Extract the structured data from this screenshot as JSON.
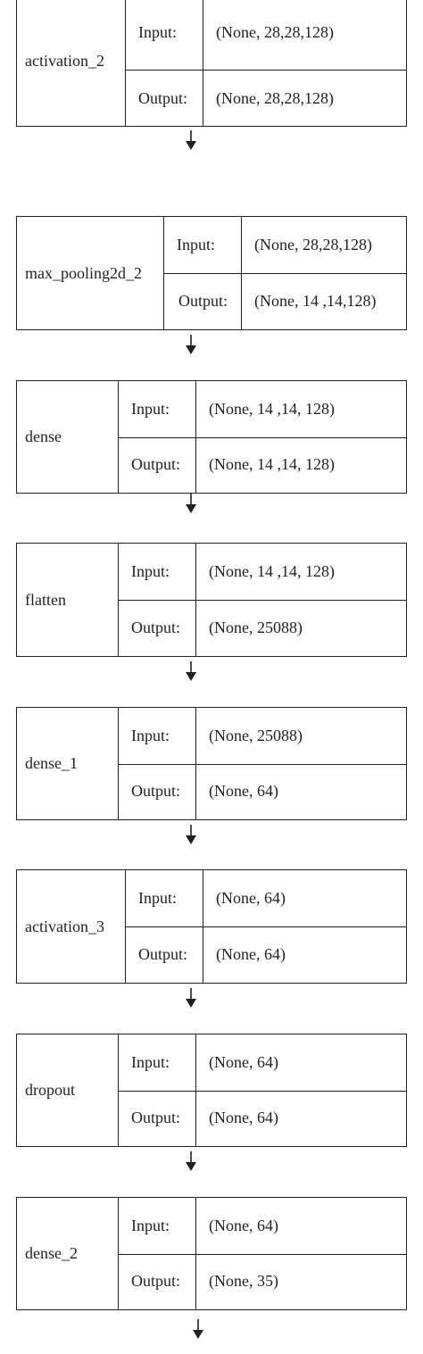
{
  "labels": {
    "input": "Input:",
    "output": "Output:"
  },
  "layers": [
    {
      "name": "activation_2",
      "input": "(None, 28,28,128)",
      "output": "(None, 28,28,128)"
    },
    {
      "name": "max_pooling2d_2",
      "input": "(None, 28,28,128)",
      "output": "(None, 14 ,14,128)"
    },
    {
      "name": "dense",
      "input": "(None, 14 ,14, 128)",
      "output": "(None, 14 ,14, 128)"
    },
    {
      "name": "flatten",
      "input": "(None, 14 ,14, 128)",
      "output": "(None, 25088)"
    },
    {
      "name": "dense_1",
      "input": "(None, 25088)",
      "output": "(None, 64)"
    },
    {
      "name": "activation_3",
      "input": "(None, 64)",
      "output": "(None, 64)"
    },
    {
      "name": "dropout",
      "input": "(None, 64)",
      "output": "(None, 64)"
    },
    {
      "name": "dense_2",
      "input": "(None, 64)",
      "output": "(None, 35)"
    }
  ],
  "colors": {
    "stroke": "#231f20",
    "background": "#ffffff"
  }
}
